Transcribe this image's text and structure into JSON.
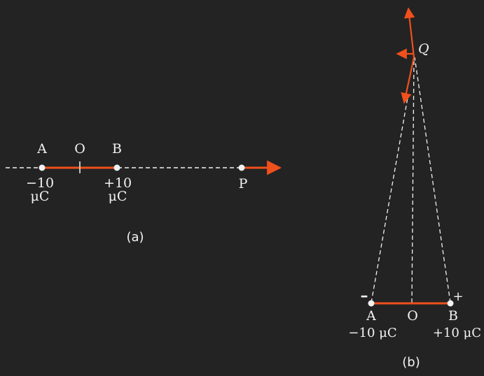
{
  "colors": {
    "background": "#232323",
    "rod": "#f0501c",
    "arrow": "#f0501c",
    "dashed": "#f2f2f2",
    "point": "#f2f2f2",
    "text": "#f2f2f2"
  },
  "figure_a": {
    "labels": {
      "A": "A",
      "O": "O",
      "B": "B",
      "P": "P"
    },
    "charges": {
      "A_value": "−10",
      "A_unit": "μC",
      "B_value": "+10",
      "B_unit": "μC"
    },
    "caption": "(a)"
  },
  "figure_b": {
    "labels": {
      "Q": "Q",
      "A": "A",
      "O": "O",
      "B": "B"
    },
    "signs": {
      "minus": "–",
      "plus": "+"
    },
    "charges": {
      "A": "−10 μC",
      "B": "+10 μC"
    },
    "caption": "(b)"
  }
}
